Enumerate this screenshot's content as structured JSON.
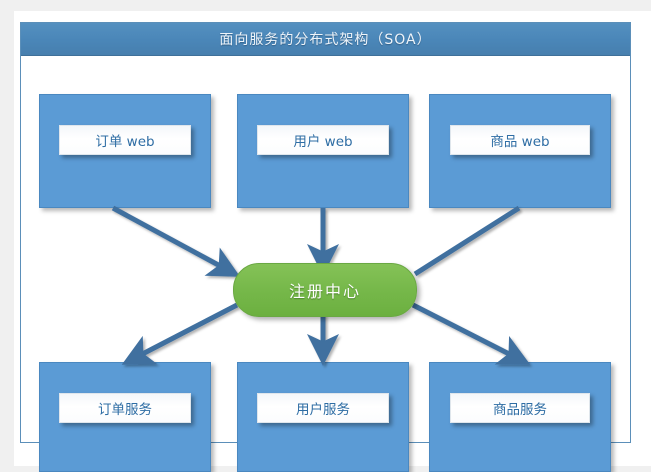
{
  "page": {
    "background_color": "#f0f0f0",
    "sheet_color": "#ffffff"
  },
  "panel": {
    "title": "面向服务的分布式架构（SOA）",
    "title_bar_color": "#4a86b8",
    "border_color": "#5b8fb9"
  },
  "colors": {
    "box_blue": "#5b9bd5",
    "label_text_blue": "#2e6da4",
    "registry_green": "#76b84a",
    "arrow_blue": "#3f6f9f"
  },
  "diagram": {
    "type": "architecture-block-diagram",
    "top_row": [
      {
        "id": "order-web",
        "label": "订单 web"
      },
      {
        "id": "user-web",
        "label": "用户 web"
      },
      {
        "id": "product-web",
        "label": "商品 web"
      }
    ],
    "registry": {
      "id": "registry-center",
      "label": "注册中心"
    },
    "bottom_row": [
      {
        "id": "order-service",
        "label": "订单服务"
      },
      {
        "id": "user-service",
        "label": "用户服务"
      },
      {
        "id": "product-service",
        "label": "商品服务"
      }
    ],
    "connections": [
      {
        "from": "order-web",
        "to": "registry-center",
        "arrowhead": "end"
      },
      {
        "from": "user-web",
        "to": "registry-center",
        "arrowhead": "end"
      },
      {
        "from": "product-web",
        "to": "registry-center",
        "arrowhead": "none"
      },
      {
        "from": "registry-center",
        "to": "order-service",
        "arrowhead": "end"
      },
      {
        "from": "registry-center",
        "to": "user-service",
        "arrowhead": "end"
      },
      {
        "from": "registry-center",
        "to": "product-service",
        "arrowhead": "end"
      }
    ]
  },
  "watermark": {
    "text": ""
  }
}
